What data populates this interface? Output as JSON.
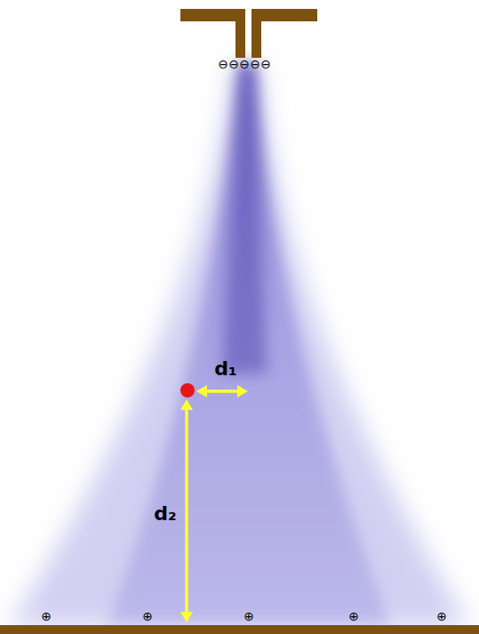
{
  "diagram": {
    "labels": [
      "⊖",
      "⊖",
      "⊖",
      "⊖",
      "⊖",
      "d₁",
      "d₂",
      "⊕",
      "⊕",
      "⊕",
      "⊕",
      "⊕"
    ]
  }
}
